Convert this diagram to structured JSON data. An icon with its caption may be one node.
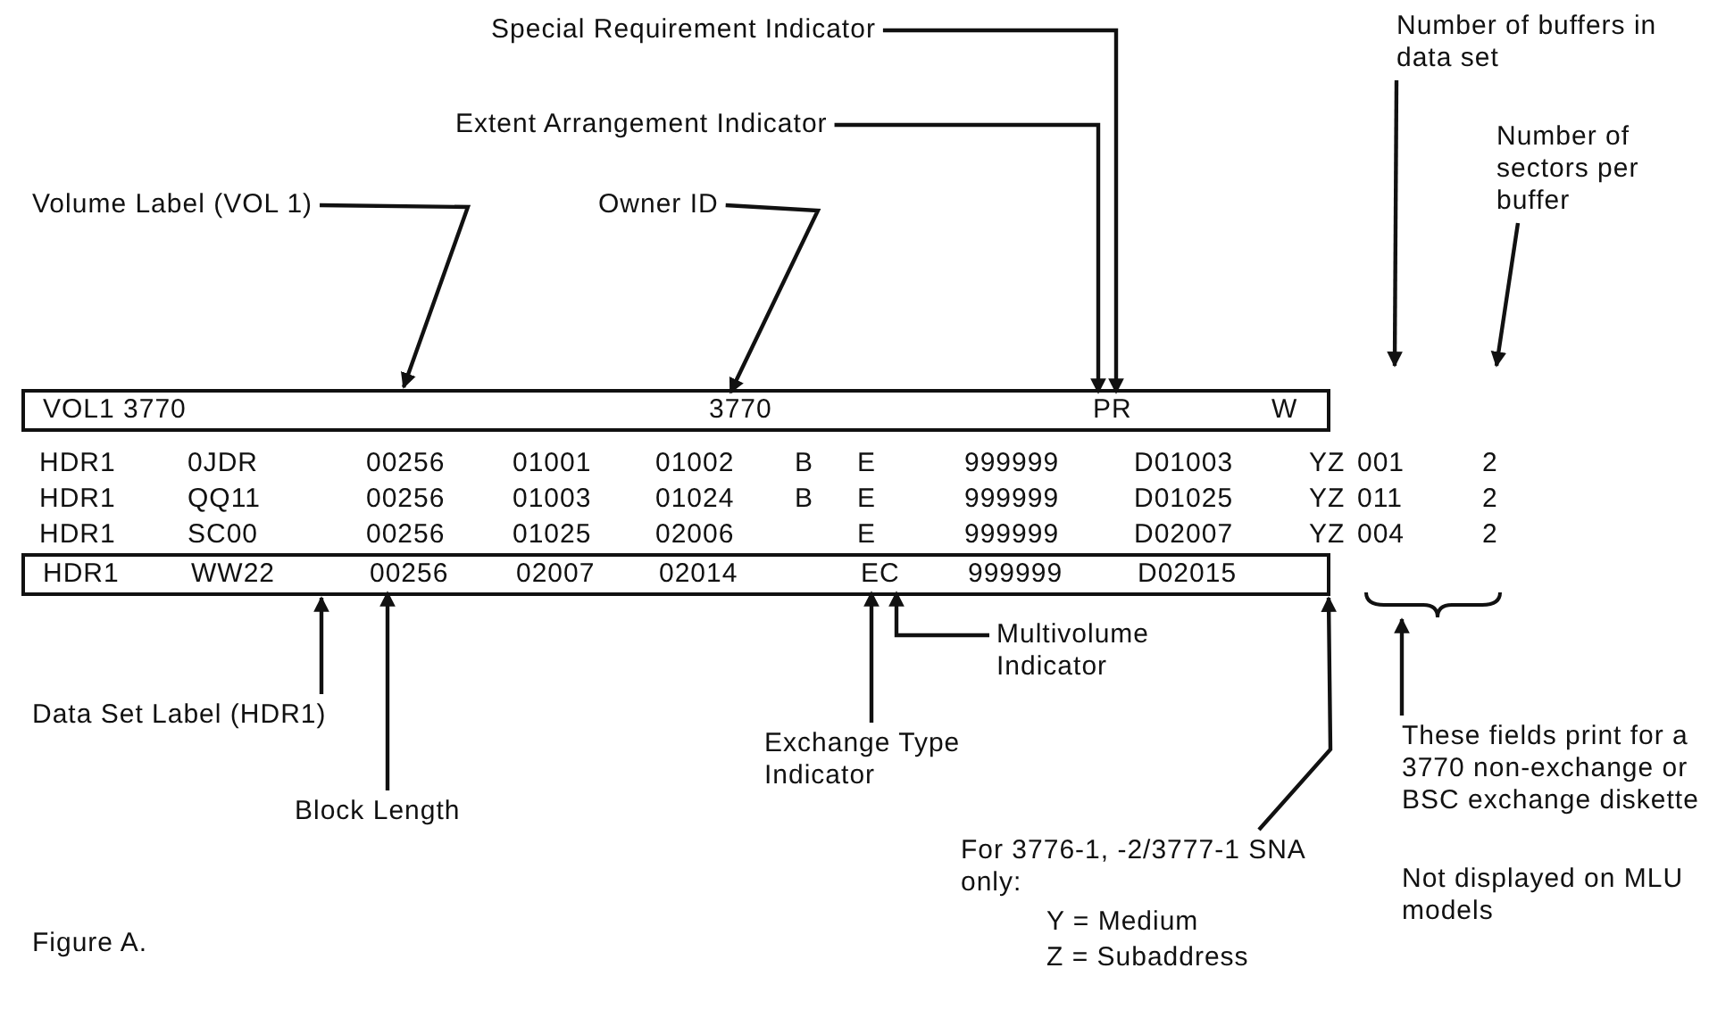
{
  "diagram": {
    "caption": "Figure A.",
    "nodes": [
      {
        "text": [
          "Special Requirement Indicator"
        ]
      },
      {
        "text": [
          "Number of buffers in data set"
        ]
      },
      {
        "text": [
          "Extent Arrangement Indicator"
        ]
      },
      {
        "text": [
          "Number of sectors per buffer"
        ]
      },
      {
        "text": [
          "Volume Label (VOL 1)"
        ]
      },
      {
        "text": [
          "Owner ID"
        ]
      },
      {
        "text": [
          "VOL1 3770"
        ]
      },
      {
        "text": [
          "3770"
        ],
        "in": 6
      },
      {
        "text": [
          "PR"
        ],
        "in": 6
      },
      {
        "text": [
          "W"
        ],
        "in": 6
      },
      {
        "text": [
          "HDR1",
          "WW22",
          "02007",
          "02014",
          "999999",
          "D02015"
        ]
      },
      {
        "text": [
          "00256"
        ],
        "in": 10
      },
      {
        "text": [
          "EC"
        ],
        "in": 10
      },
      {
        "text": [
          "Multivolume Indicator"
        ]
      },
      {
        "text": [
          "Data Set Label (HDR1)"
        ]
      },
      {
        "text": [
          "Exchange Type Indicator"
        ]
      },
      {
        "text": [
          "Block Length"
        ]
      },
      {
        "text": [
          "For 3776-1, -2/3777-1 SNA only:",
          "Y = Medium",
          "Z = Subaddress"
        ]
      },
      {
        "text": [
          "These fields print for a 3770 non-exchange or BSC exchange diskette",
          "Not displayed on MLU models"
        ]
      },
      {
        "text": [],
        "shape": "brace"
      }
    ],
    "edges": [
      {
        "from": 0,
        "to": 8,
        "arrow": "to"
      },
      {
        "from": 2,
        "to": 8,
        "arrow": "to"
      },
      {
        "from": 4,
        "to": 6,
        "arrow": "to"
      },
      {
        "from": 5,
        "to": 7,
        "arrow": "to"
      },
      {
        "from": 1,
        "to": null,
        "arrow": "to"
      },
      {
        "from": 3,
        "to": null,
        "arrow": "to"
      },
      {
        "from": 14,
        "to": 10,
        "arrow": "to"
      },
      {
        "from": 16,
        "to": 11,
        "arrow": "to"
      },
      {
        "from": 15,
        "to": 12,
        "arrow": "to"
      },
      {
        "from": 13,
        "to": 12,
        "arrow": "to"
      },
      {
        "from": 17,
        "to": 10,
        "arrow": "to"
      },
      {
        "from": 18,
        "to": 19,
        "arrow": "to"
      }
    ],
    "labels": [
      "HDR1",
      "0JDR",
      "00256",
      "01001",
      "01002",
      "B",
      "E",
      "999999",
      "D01003",
      "YZ",
      "001",
      "2",
      "HDR1",
      "QQ11",
      "00256",
      "01003",
      "01024",
      "B",
      "E",
      "999999",
      "D01025",
      "YZ",
      "011",
      "2",
      "HDR1",
      "SC00",
      "00256",
      "01025",
      "02006",
      "E",
      "999999",
      "D02007",
      "YZ",
      "004",
      "2"
    ]
  }
}
